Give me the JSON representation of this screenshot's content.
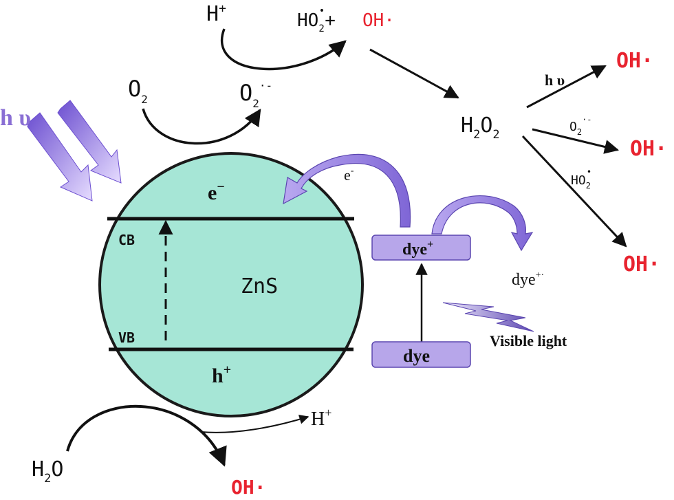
{
  "labels": {
    "hv_left": "h υ",
    "H_plus_top": "H",
    "H_plus_top_sup": "+",
    "HO2_top": "HO",
    "HO2_top_sub": "2",
    "HO2_top_dot": "•",
    "plus": "+",
    "OH_top": "OH·",
    "O2_left": "O",
    "O2_left_sub": "2",
    "O2_right": "O",
    "O2_right_sub": "2",
    "O2_right_sup": "·-",
    "H2O2": "H",
    "H2O2_sub1": "2",
    "H2O2_O": "O",
    "H2O2_sub2": "2",
    "hv_right": "h υ",
    "O2_branch": "O",
    "O2_branch_sub": "2",
    "O2_branch_sup": "·-",
    "HO2_branch": "HO",
    "HO2_branch_sub": "2",
    "HO2_branch_dot": "•",
    "OH_1": "OH·",
    "OH_2": "OH·",
    "OH_3": "OH·",
    "e_band": "e",
    "e_band_sup": "−",
    "e_transfer": "e",
    "e_transfer_sup": "-",
    "CB": "CB",
    "VB": "VB",
    "ZnS": "ZnS",
    "h_band": "h",
    "h_band_sup": "+",
    "dye_plus_box": "dye",
    "dye_plus_box_sup": "+",
    "dye_plus_out": "dye",
    "dye_plus_out_sup": "+·",
    "dye_box": "dye",
    "visible_light": "Visible light",
    "H2O": "H",
    "H2O_sub": "2",
    "H2O_O": "O",
    "H_plus_bottom": "H",
    "H_plus_bottom_sup": "+",
    "OH_bottom": "OH·"
  },
  "colors": {
    "sphere_fill": "#a6e6d6",
    "sphere_stroke": "#1a1a1a",
    "arrow_violet": "#9c86e0",
    "arrow_violet_dark": "#5b46b0",
    "box_fill": "#b7a6ea",
    "red_text": "#e8232f"
  }
}
